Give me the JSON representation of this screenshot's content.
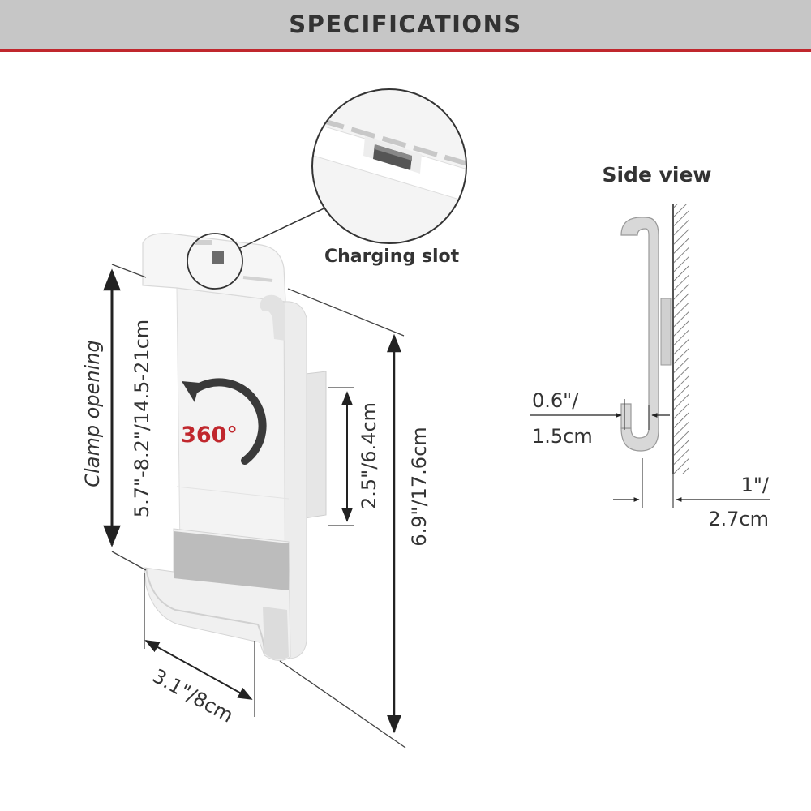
{
  "header": {
    "title": "SPECIFICATIONS"
  },
  "colors": {
    "header_bg": "#c6c6c6",
    "accent_rule": "#c0272d",
    "badge_text": "#c0272d",
    "text": "#333333",
    "product": "#f2f2f2"
  },
  "callouts": {
    "charging_slot": "Charging slot",
    "side_view": "Side view",
    "rotation_badge": "360°",
    "rotation_icon": "rotate-arrow-icon"
  },
  "dimensions": {
    "clamp_opening_title": "Clamp opening",
    "clamp_opening_value": "5.7\"-8.2\"/14.5-21cm",
    "height": "6.9\"/17.6cm",
    "mount_plate_height": "2.5\"/6.4cm",
    "width": "3.1\"/8cm",
    "lip_depth_line1": "0.6\"/",
    "lip_depth_line2": "1.5cm",
    "wall_gap_line1": "1\"/",
    "wall_gap_line2": "2.7cm"
  }
}
